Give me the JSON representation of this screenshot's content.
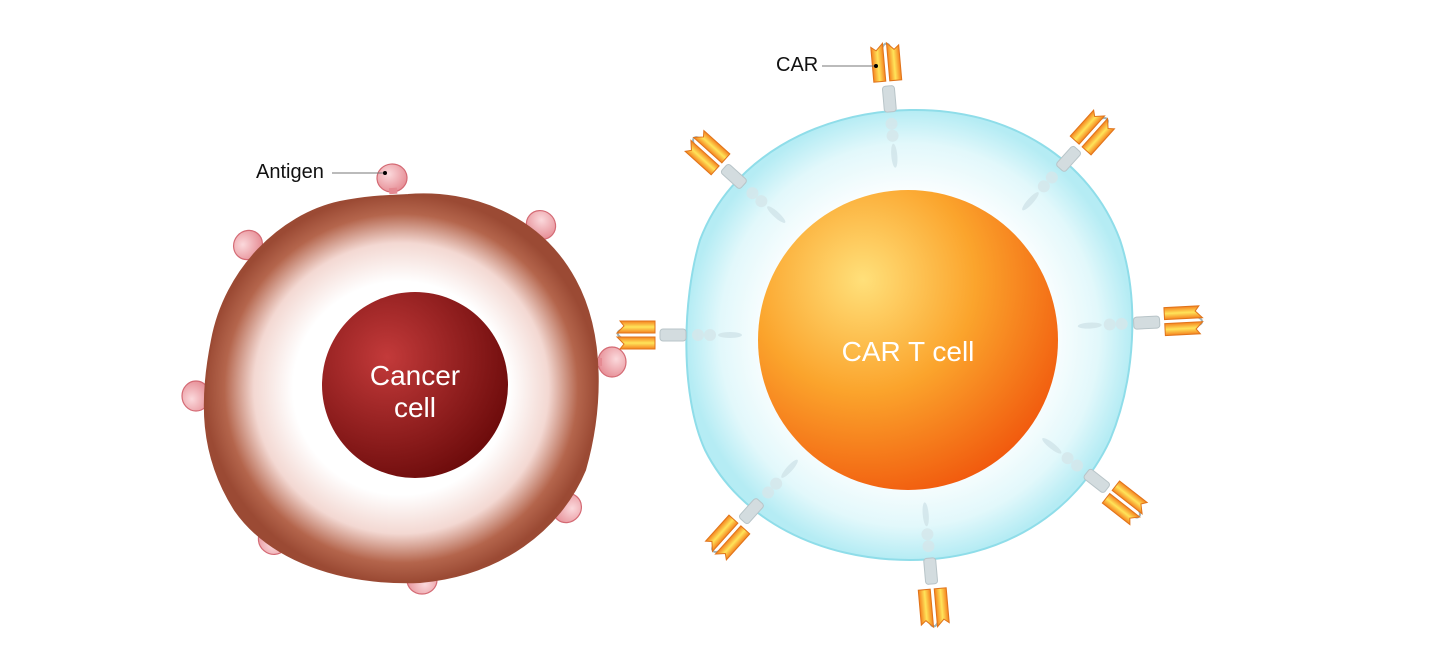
{
  "labels": {
    "antigen": "Antigen",
    "car": "CAR",
    "cancer_cell_line1": "Cancer",
    "cancer_cell_line2": "cell",
    "car_t_cell": "CAR T cell"
  },
  "colors": {
    "cancer_membrane": "#a0503a",
    "cancer_nucleus": "#8e1b1b",
    "tcell_membrane": "#bdeef5",
    "tcell_nucleus": "#f7901e",
    "antigen": "#f2aab0",
    "car_receptor": "#fbb03b"
  }
}
